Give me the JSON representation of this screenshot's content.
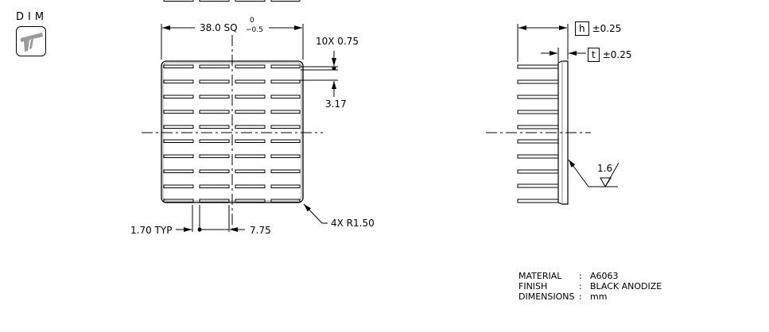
{
  "badge": {
    "title": "DIM",
    "icon": "caliper-icon"
  },
  "top_view": {
    "overall_dim": "38.0 SQ",
    "tol_upper": "0",
    "tol_lower": "−0.5",
    "fin_count_thickness": "10X 0.75",
    "fin_pitch": "3.17",
    "slot_width": "1.70 TYP",
    "column_pitch": "7.75",
    "corner_radius": "4X R1.50",
    "columns": 4,
    "rows": 10
  },
  "side_view": {
    "height_symbol": "h",
    "height_tol": "±0.25",
    "thickness_symbol": "t",
    "thickness_tol": "±0.25",
    "surface_roughness": "1.6"
  },
  "specs": [
    {
      "key": "MATERIAL",
      "sep": ":",
      "value": "A6063"
    },
    {
      "key": "FINISH",
      "sep": ":",
      "value": "BLACK ANODIZE"
    },
    {
      "key": "DIMENSIONS",
      "sep": ":",
      "value": "mm"
    }
  ]
}
